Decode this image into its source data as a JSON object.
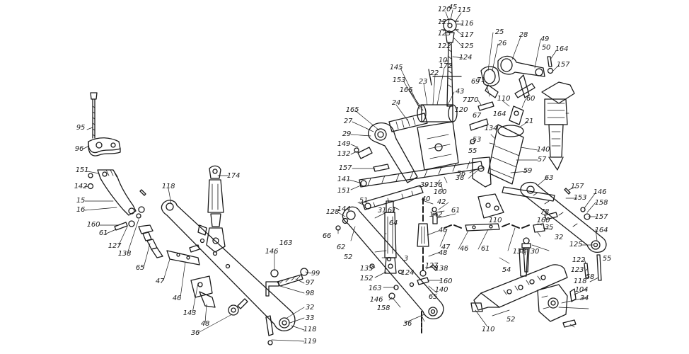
{
  "diagram": {
    "ink_color": "#1a1a1a",
    "background": "#ffffff",
    "labels": [
      "95",
      "96",
      "151",
      "142",
      "15",
      "16",
      "160",
      "61",
      "127",
      "138",
      "65",
      "47",
      "46",
      "143",
      "48",
      "36",
      "118",
      "174",
      "146",
      "163",
      "99",
      "97",
      "98",
      "32",
      "33",
      "118",
      "119",
      "120",
      "45",
      "115",
      "121",
      "116",
      "123",
      "117",
      "122",
      "125",
      "124",
      "10",
      "25",
      "26",
      "28",
      "49",
      "50",
      "164",
      "157",
      "145",
      "153",
      "166",
      "23",
      "22",
      "172",
      "43",
      "69",
      "71",
      "70",
      "71",
      "110",
      "60",
      "120",
      "67",
      "164",
      "134",
      "21",
      "24",
      "165",
      "27",
      "29",
      "149",
      "132",
      "157",
      "141",
      "151",
      "53",
      "55",
      "140",
      "57",
      "56",
      "59",
      "63",
      "38",
      "136",
      "160",
      "42",
      "39",
      "40",
      "51",
      "31",
      "61",
      "142",
      "128",
      "144",
      "66",
      "62",
      "64",
      "52",
      "3",
      "124",
      "135",
      "152",
      "163",
      "146",
      "158",
      "36",
      "140",
      "46",
      "48",
      "127",
      "138",
      "160",
      "61",
      "65",
      "47",
      "46",
      "61",
      "138",
      "30",
      "110",
      "157",
      "153",
      "146",
      "158",
      "157",
      "78",
      "160",
      "35",
      "32",
      "164",
      "125",
      "122",
      "123",
      "118",
      "58",
      "104",
      "34",
      "55",
      "54",
      "52",
      "110"
    ]
  }
}
